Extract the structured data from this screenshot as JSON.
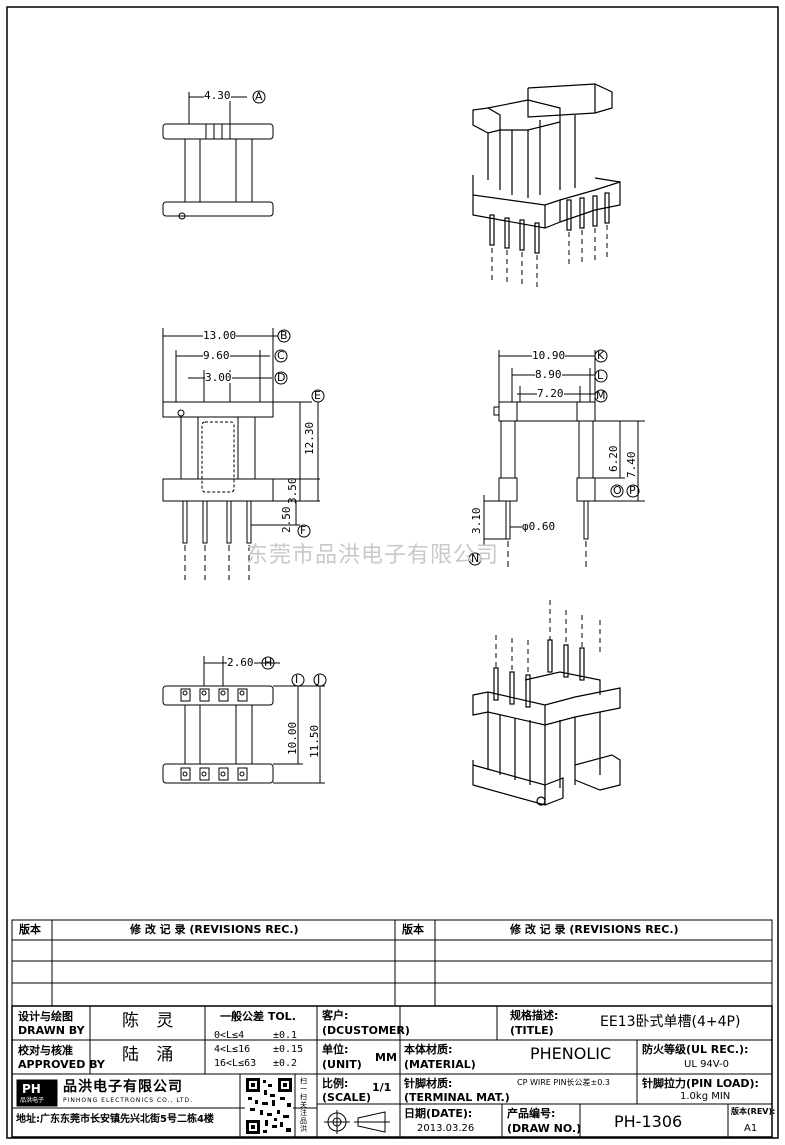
{
  "watermark": "东莞市品洪电子有限公司",
  "dimensions": {
    "d430": "4.30",
    "A": "A",
    "d1300": "13.00",
    "B": "B",
    "d960": "9.60",
    "C": "C",
    "d300": "3.00",
    "D": "D",
    "E": "E",
    "d1230": "12.30",
    "d350": "3.50",
    "d250": "2.50",
    "F": "F",
    "d1090": "10.90",
    "K": "K",
    "d890": "8.90",
    "L": "L",
    "d720": "7.20",
    "M": "M",
    "d620": "6.20",
    "d740": "7.40",
    "O": "O",
    "P": "P",
    "d310": "3.10",
    "N": "N",
    "phi060": "φ0.60",
    "d260": "2.60",
    "H": "H",
    "I": "I",
    "J": "J",
    "d1000": "10.00",
    "d1150": "11.50"
  },
  "revisions": {
    "col_ver": "版本",
    "col_rec": "修 改 记 录 (REVISIONS REC.)",
    "col_ver2": "版本",
    "col_rec2": "修 改 记 录 (REVISIONS REC.)"
  },
  "title_block": {
    "drawn_by_cn": "设计与绘图",
    "drawn_by_en": "DRAWN BY",
    "drawn_by_name": "陈 灵",
    "approved_cn": "校对与核准",
    "approved_en": "APPROVED BY",
    "approved_name": "陆 涌",
    "tol_title": "一般公差 TOL.",
    "tol1_range": "0<L≤4",
    "tol1_val": "±0.1",
    "tol2_range": "4<L≤16",
    "tol2_val": "±0.15",
    "tol3_range": "16<L≤63",
    "tol3_val": "±0.2",
    "customer_cn": "客户:",
    "customer_en": "(DCUSTOMER)",
    "unit_cn": "单位:",
    "unit_en": "(UNIT)",
    "unit_val": "MM",
    "scale_cn": "比例:",
    "scale_en": "(SCALE)",
    "scale_val": "1/1",
    "spec_cn": "规格描述:",
    "spec_en": "(TITLE)",
    "spec_val": "EE13卧式单槽(4+4P)",
    "material_cn": "本体材质:",
    "material_en": "(MATERIAL)",
    "material_val": "PHENOLIC",
    "ul_cn": "防火等级(UL REC.):",
    "ul_val": "UL 94V-0",
    "terminal_cn": "针脚材质:",
    "terminal_en": "(TERMINAL MAT.)",
    "terminal_val": "CP WIRE PIN长公差±0.3",
    "pinload_cn": "针脚拉力(PIN LOAD):",
    "pinload_val": "1.0kg MIN",
    "date_cn": "日期(DATE):",
    "date_val": "2013.03.26",
    "drawno_cn": "产品编号:",
    "drawno_en": "(DRAW NO.)",
    "drawno_val": "PH-1306",
    "rev_cn": "版本(REV):",
    "rev_val": "A1",
    "company_cn": "品洪电子有限公司",
    "company_en": "PINHONG ELECTRONICS CO., LTD.",
    "logo": "PH",
    "logo_sub": "品洪电子",
    "address": "地址:广东东莞市长安镇先兴北街5号二栋4楼",
    "qr_side": "扫一扫关注品洪"
  }
}
